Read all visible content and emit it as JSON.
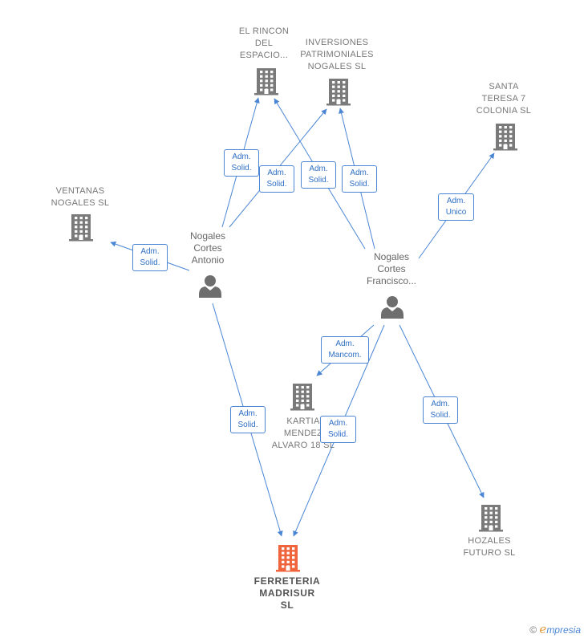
{
  "companies": {
    "rincon": [
      "EL RINCON",
      "DEL",
      "ESPACIO..."
    ],
    "inversiones": [
      "INVERSIONES",
      "PATRIMONIALES",
      "NOGALES  SL"
    ],
    "santa": [
      "SANTA",
      "TERESA 7",
      "COLONIA  SL"
    ],
    "ventanas": [
      "VENTANAS",
      "NOGALES  SL"
    ],
    "kartia": [
      "KARTIA",
      "MENDEZ",
      "ALVARO 18  SL"
    ],
    "hozales": [
      "HOZALES",
      "FUTURO  SL"
    ],
    "ferreteria": [
      "FERRETERIA",
      "MADRISUR",
      "SL"
    ]
  },
  "persons": {
    "antonio": [
      "Nogales",
      "Cortes",
      "Antonio"
    ],
    "francisco": [
      "Nogales",
      "Cortes",
      "Francisco..."
    ]
  },
  "relations": {
    "r1": [
      "Adm.",
      "Solid."
    ],
    "r2": [
      "Adm.",
      "Solid."
    ],
    "r3": [
      "Adm.",
      "Solid."
    ],
    "r4": [
      "Adm.",
      "Solid."
    ],
    "r5": [
      "Adm.",
      "Solid."
    ],
    "r6": [
      "Adm.",
      "Unico"
    ],
    "r7": [
      "Adm.",
      "Mancom."
    ],
    "r8": [
      "Adm.",
      "Solid."
    ],
    "r9": [
      "Adm.",
      "Solid."
    ],
    "r10": [
      "Adm.",
      "Solid."
    ]
  },
  "footer": {
    "copyright": "©",
    "brand_initial": "e",
    "brand_rest": "mpresia"
  },
  "colors": {
    "edge": "#4a86d4",
    "building": "#7a7a7a",
    "highlight": "#f0643c",
    "person": "#6e6e6e"
  },
  "icons": {
    "company": "building-icon",
    "person": "person-icon"
  }
}
